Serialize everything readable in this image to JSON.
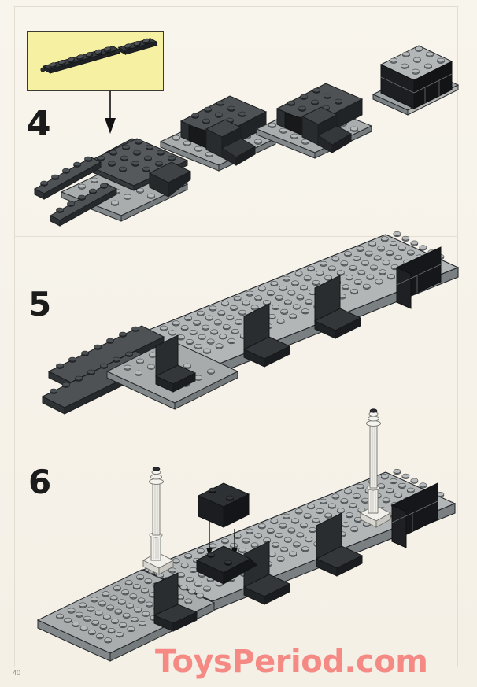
{
  "page": {
    "number": "40",
    "watermark": "ToysPeriod.com",
    "background_color": "#f7f4ec",
    "frame_color": "#e2ddd0"
  },
  "palette": {
    "light_gray_top": "#b9bcbd",
    "light_gray_side": "#9ba0a2",
    "light_gray_dark": "#80868a",
    "dark_gray_top": "#55595c",
    "dark_gray_side": "#3d4144",
    "dark_gray_dark": "#2b2e31",
    "black_brick": "#24262a",
    "black_brick_side": "#17181b",
    "white_piece": "#f2f1ec",
    "white_piece_shade": "#d4d3cd",
    "stud_top": "#c6c9ca",
    "stud_dark": "#4a4e51",
    "outline": "#1d1f21",
    "callout_yellow": "#f6f0a3",
    "callout_border": "#3a3a30",
    "arrow": "#111111",
    "watermark_pink": "#f58a85",
    "page_number_gray": "#8d8d86"
  },
  "callout": {
    "label": "parts-callout-step-4",
    "background": "#f6f0a3",
    "parts": [
      {
        "name": "plate-1x8-dark-gray",
        "color": "dark_gray",
        "studs": 8
      },
      {
        "name": "plate-1x4-dark-gray",
        "color": "dark_gray",
        "studs": 4
      }
    ],
    "arrow": {
      "direction": "down",
      "label": "assembly-arrow"
    }
  },
  "steps": [
    {
      "id": "step-4",
      "number": "4",
      "caption": "",
      "submodels": [
        {
          "name": "ramp-assembly-left",
          "description": "ramp with long dark gray plates on light gray base"
        },
        {
          "name": "pier-assembly-center",
          "description": "dark gray arch pier on light gray plate"
        },
        {
          "name": "pier-assembly-right",
          "description": "dark gray arch pier on light gray plate"
        },
        {
          "name": "wall-assembly-far-right",
          "description": "black brick wall with light gray top plate"
        }
      ]
    },
    {
      "id": "step-5",
      "number": "5",
      "caption": "",
      "submodels": [
        {
          "name": "bridge-deck-assembly",
          "description": "full bridge deck plate over three piers with left ramp"
        }
      ]
    },
    {
      "id": "step-6",
      "number": "6",
      "caption": "",
      "submodels": [
        {
          "name": "bridge-deck-assembly",
          "description": "bridge deck with lamp posts"
        },
        {
          "name": "lamp-post-left",
          "description": "white ornate lamp post"
        },
        {
          "name": "lamp-post-right",
          "description": "white ornate lamp post"
        },
        {
          "name": "black-brick-1x2",
          "description": "black 1x2 brick to be placed"
        },
        {
          "name": "black-slope-brick",
          "description": "black slope brick on deck"
        }
      ],
      "placement_arrows": 2
    }
  ]
}
